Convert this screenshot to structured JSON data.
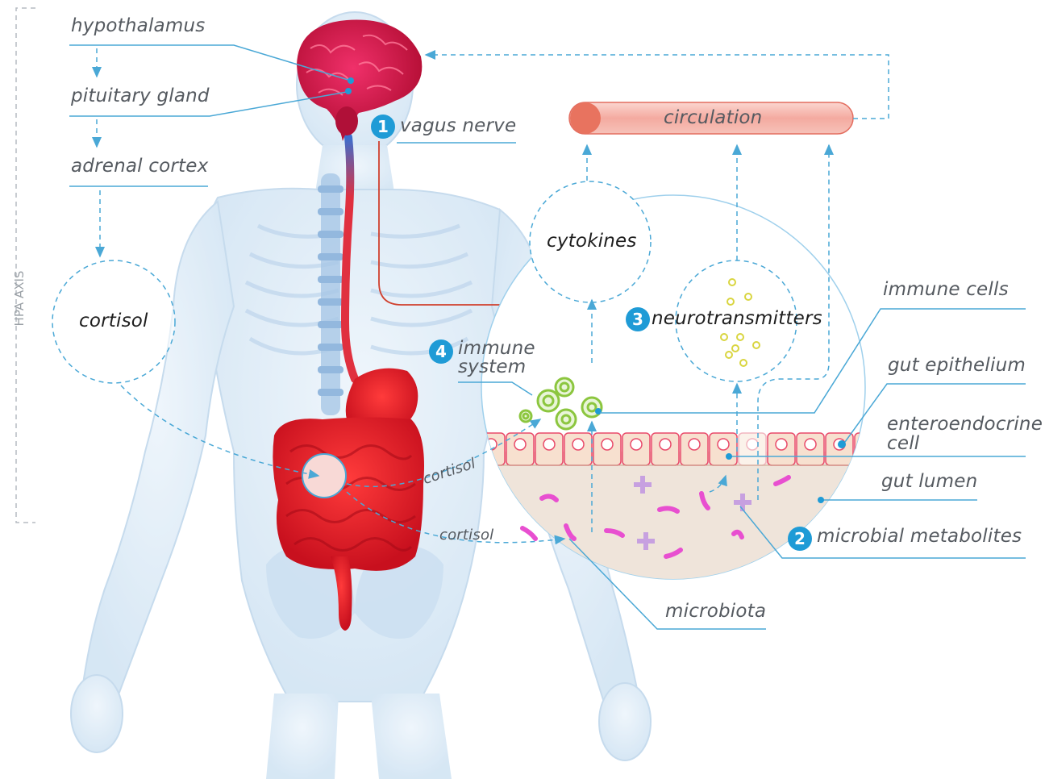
{
  "labels": {
    "hypothalamus": "hypothalamus",
    "pituitary_gland": "pituitary gland",
    "adrenal_cortex": "adrenal cortex",
    "cortisol": "cortisol",
    "hpa_axis": "HPA AXIS",
    "vagus_nerve": "vagus nerve",
    "circulation": "circulation",
    "cytokines": "cytokines",
    "neurotransmitters": "neurotransmitters",
    "immune_cells": "immune cells",
    "gut_epithelium": "gut epithelium",
    "enteroendocrine_line1": "enteroendocrine",
    "enteroendocrine_line2": "cell",
    "gut_lumen": "gut lumen",
    "microbial_metabolites": "microbial metabolites",
    "immune_line1": "immune",
    "immune_line2": "system",
    "cortisol_arrow_1": "cortisol",
    "cortisol_arrow_2": "cortisol",
    "microbiota": "microbiota"
  },
  "badges": {
    "vagus": "1",
    "metabolites": "2",
    "neurotransmitters": "3",
    "immune": "4"
  },
  "colors": {
    "accent_blue": "#1f9bd6",
    "line_blue": "#4aa8d6",
    "organ_red": "#e01b2a",
    "brain": "#c8123a",
    "nerve_red": "#cf3a2c",
    "body_blue": "#c7ddf0",
    "immune_green": "#8cc63f",
    "microbe_pink": "#e84fd0",
    "metabolite_purple": "#b98ad6"
  }
}
